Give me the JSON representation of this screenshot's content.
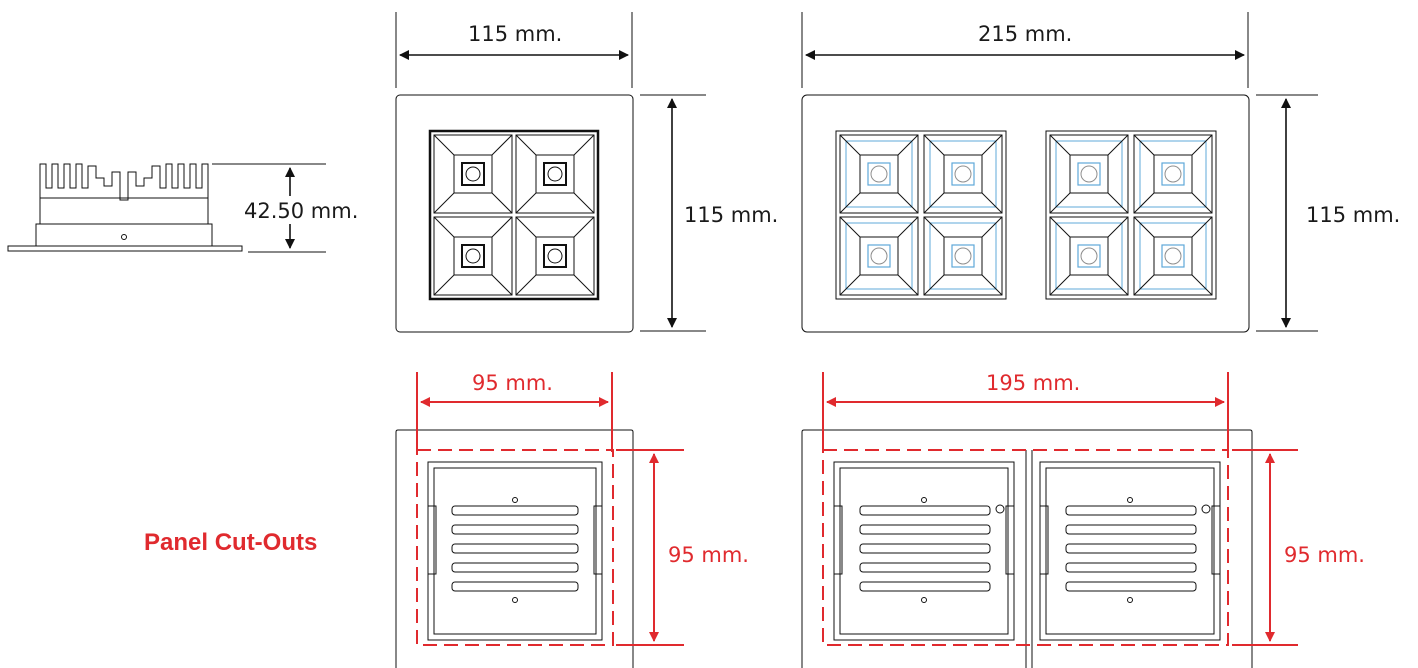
{
  "labels": {
    "height": "42.50 mm.",
    "single_width": "115 mm.",
    "single_height": "115 mm.",
    "double_width": "215 mm.",
    "double_height": "115 mm.",
    "cut_single_width": "95 mm.",
    "cut_single_height": "95 mm.",
    "cut_double_width": "195 mm.",
    "cut_double_height": "95 mm.",
    "caption": "Panel Cut-Outs"
  },
  "colors": {
    "line": "#111111",
    "dimension_red": "#e02a2e",
    "accent_blue": "#5fa8d8"
  }
}
